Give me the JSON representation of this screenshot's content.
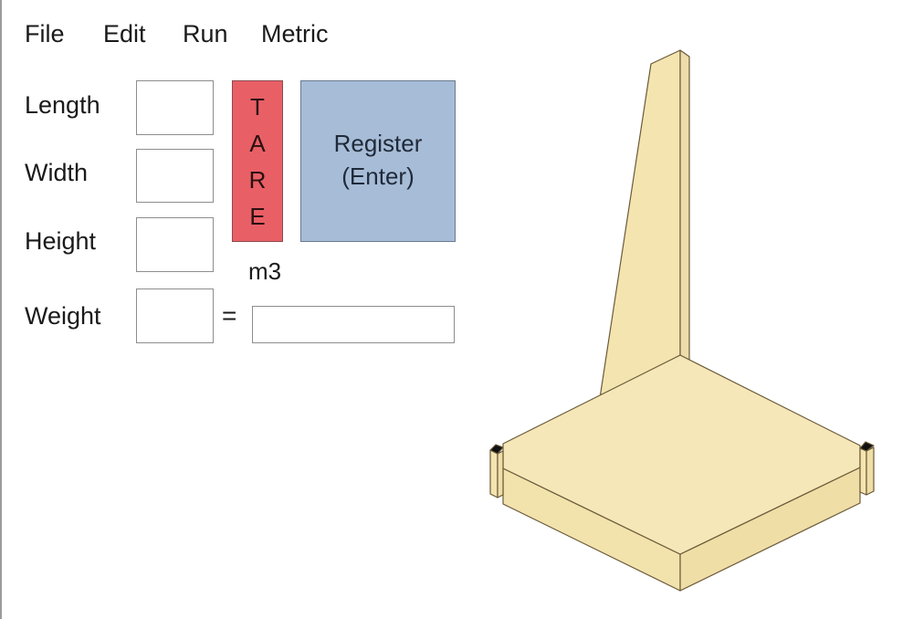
{
  "menu": {
    "items": [
      {
        "label": "File"
      },
      {
        "label": "Edit"
      },
      {
        "label": "Run"
      },
      {
        "label": "Metric"
      }
    ]
  },
  "form": {
    "length": {
      "label": "Length",
      "value": ""
    },
    "width": {
      "label": "Width",
      "value": ""
    },
    "height": {
      "label": "Height",
      "value": ""
    },
    "weight": {
      "label": "Weight",
      "value": ""
    },
    "result": {
      "value": ""
    },
    "equals": "=",
    "volume_unit": "m3"
  },
  "buttons": {
    "tare": {
      "letters": [
        "T",
        "A",
        "R",
        "E"
      ],
      "color": "#e95f66"
    },
    "register": {
      "line1": "Register",
      "line2": "(Enter)",
      "color": "#a7bcd6"
    }
  },
  "preview": {
    "object": "platform-scale-3d-model",
    "colors": {
      "top": "#f5e7b7",
      "side_left": "#f2e2ac",
      "side_right": "#efdea6",
      "wall": "#f4e4b0",
      "wall_edge": "#eedcaa",
      "outline": "#6b5a3a",
      "post_cap": "#111111"
    }
  }
}
